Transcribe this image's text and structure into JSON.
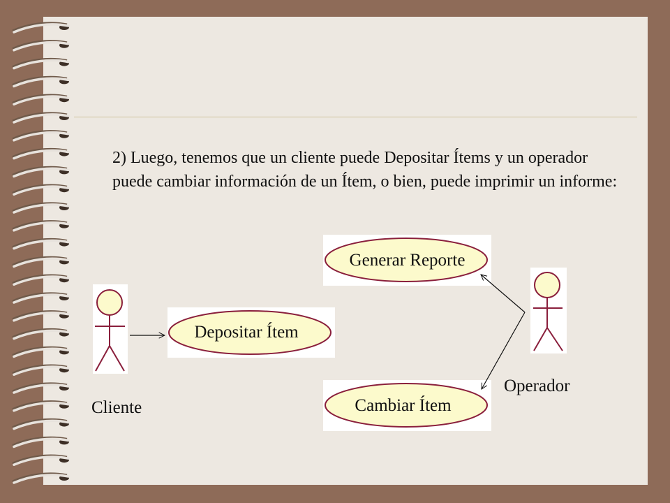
{
  "slide": {
    "body_text": "2) Luego, tenemos que un cliente puede Depositar Ítems y un operador puede cambiar información de un Ítem, o bien, puede imprimir un informe:"
  },
  "diagram": {
    "actors": [
      {
        "id": "cliente",
        "label": "Cliente"
      },
      {
        "id": "operador",
        "label": "Operador"
      }
    ],
    "use_cases": [
      {
        "id": "generar-reporte",
        "label": "Generar Reporte"
      },
      {
        "id": "depositar-item",
        "label": "Depositar Ítem"
      },
      {
        "id": "cambiar-item",
        "label": "Cambiar Ítem"
      }
    ],
    "associations": [
      {
        "from": "cliente",
        "to": "depositar-item"
      },
      {
        "from": "operador",
        "to": "generar-reporte"
      },
      {
        "from": "operador",
        "to": "cambiar-item"
      }
    ]
  },
  "colors": {
    "background": "#8e6b58",
    "page": "#ede8e1",
    "ellipse_fill": "#fcfacc",
    "ellipse_stroke": "#8a1f3c",
    "actor_stroke": "#8a1f3c",
    "actor_head_fill": "#fcfacc"
  }
}
